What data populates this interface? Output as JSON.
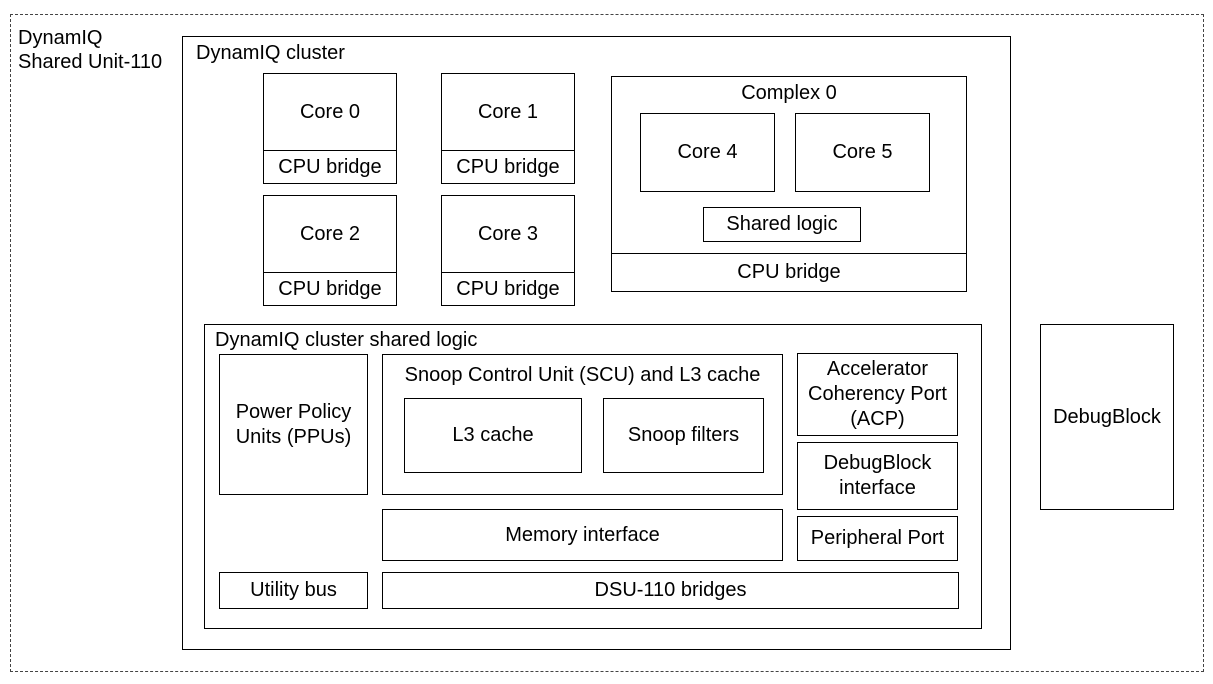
{
  "dsu": {
    "label_line1": "DynamIQ",
    "label_line2": "Shared Unit-110"
  },
  "cluster": {
    "title": "DynamIQ cluster",
    "cores": [
      {
        "name": "Core 0",
        "bridge": "CPU bridge"
      },
      {
        "name": "Core 1",
        "bridge": "CPU bridge"
      },
      {
        "name": "Core 2",
        "bridge": "CPU bridge"
      },
      {
        "name": "Core 3",
        "bridge": "CPU bridge"
      }
    ],
    "complex": {
      "title": "Complex 0",
      "cores": [
        "Core 4",
        "Core 5"
      ],
      "shared_logic": "Shared logic",
      "bridge": "CPU bridge"
    },
    "shared_logic": {
      "title": "DynamIQ cluster shared logic",
      "ppu": "Power Policy\nUnits (PPUs)",
      "scu": {
        "title": "Snoop Control Unit (SCU) and L3 cache",
        "l3": "L3 cache",
        "snoop": "Snoop filters"
      },
      "acp": "Accelerator\nCoherency Port\n(ACP)",
      "debug_interface": "DebugBlock\ninterface",
      "peripheral_port": "Peripheral Port",
      "memory_interface": "Memory interface",
      "utility_bus": "Utility bus",
      "bridges": "DSU-110 bridges"
    }
  },
  "debugblock": "DebugBlock"
}
